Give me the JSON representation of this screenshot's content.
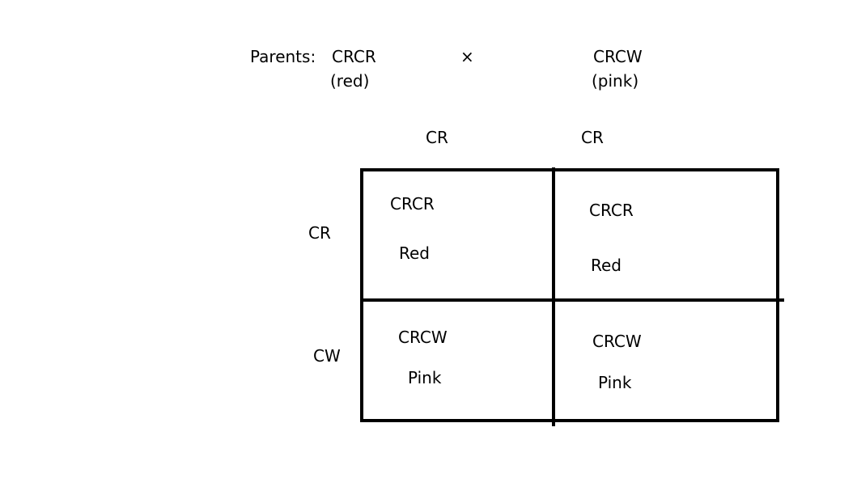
{
  "parents": {
    "label": "Parents:",
    "parent1_genotype": "CRCR",
    "parent1_phenotype": "(red)",
    "cross_symbol": "×",
    "parent2_genotype": "CRCW",
    "parent2_phenotype": "(pink)"
  },
  "punnett": {
    "col_headers": [
      "CR",
      "CR"
    ],
    "row_headers": [
      "CR",
      "CW"
    ],
    "cells": [
      [
        {
          "genotype": "CRCR",
          "phenotype": "Red"
        },
        {
          "genotype": "CRCR",
          "phenotype": "Red"
        }
      ],
      [
        {
          "genotype": "CRCW",
          "phenotype": "Pink"
        },
        {
          "genotype": "CRCW",
          "phenotype": "Pink"
        }
      ]
    ]
  }
}
